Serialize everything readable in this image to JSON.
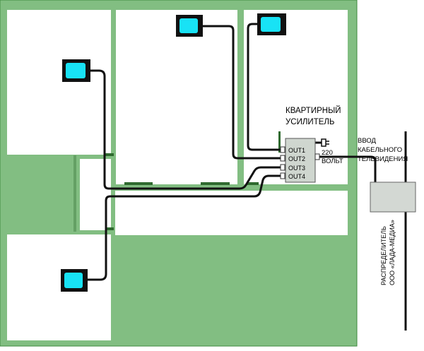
{
  "amplifier": {
    "title_line1": "КВАРТИРНЫЙ",
    "title_line2": "УСИЛИТЕЛЬ",
    "outputs": [
      "OUT1",
      "OUT2",
      "OUT3",
      "OUT4"
    ]
  },
  "power": {
    "line1": "220",
    "line2": "ВОЛЬТ"
  },
  "cable_input": {
    "line1": "ВВОД",
    "line2": "КАБЕЛЬНОГО",
    "line3": "ТЕЛЕВИДЕНИЯ"
  },
  "distributor": {
    "line1": "РАСПРЕДЕЛИТЕЛЬ",
    "line2": "ООО «ЛАДА-МЕДИА»"
  },
  "colors": {
    "walls": "#82be82",
    "wall_edge": "#3e8a3e",
    "room": "#ffffff",
    "tv_screen": "#18e2f5",
    "tv_frame": "#111111",
    "amplifier_fill": "#cfd6cf",
    "distributor_fill": "#d3d8d3",
    "cable": "#111111"
  },
  "icons": [
    "tv-icon",
    "power-plug-icon"
  ]
}
